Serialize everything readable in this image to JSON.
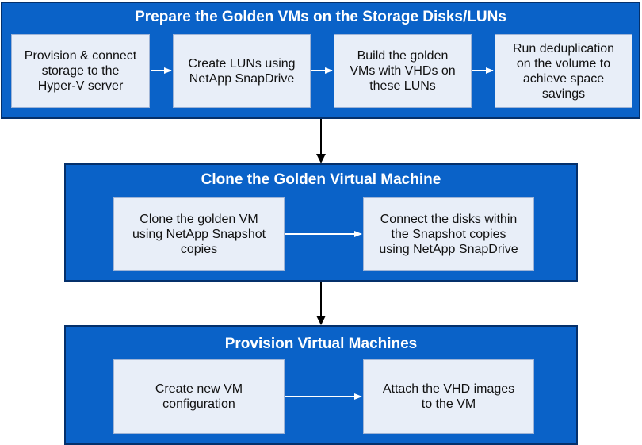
{
  "colors": {
    "panel": "#0a62c8",
    "panel_border": "#04306b",
    "step_box": "#e8eef8",
    "arrow_on_panel": "#ffffff",
    "connector": "#000000"
  },
  "panels": [
    {
      "title": "Prepare the Golden VMs on the Storage Disks/LUNs",
      "steps": [
        "Provision & connect\nstorage to the\nHyper-V server",
        "Create LUNs using\nNetApp SnapDrive",
        "Build the golden\nVMs with VHDs on\nthese LUNs",
        "Run deduplication\non the volume to\nachieve space\nsavings"
      ]
    },
    {
      "title": "Clone the Golden Virtual Machine",
      "steps": [
        "Clone the golden VM\nusing NetApp Snapshot\ncopies",
        "Connect the disks within\nthe Snapshot copies\nusing NetApp SnapDrive"
      ]
    },
    {
      "title": "Provision Virtual Machines",
      "steps": [
        "Create new VM\nconfiguration",
        "Attach the VHD images\nto the VM"
      ]
    }
  ]
}
